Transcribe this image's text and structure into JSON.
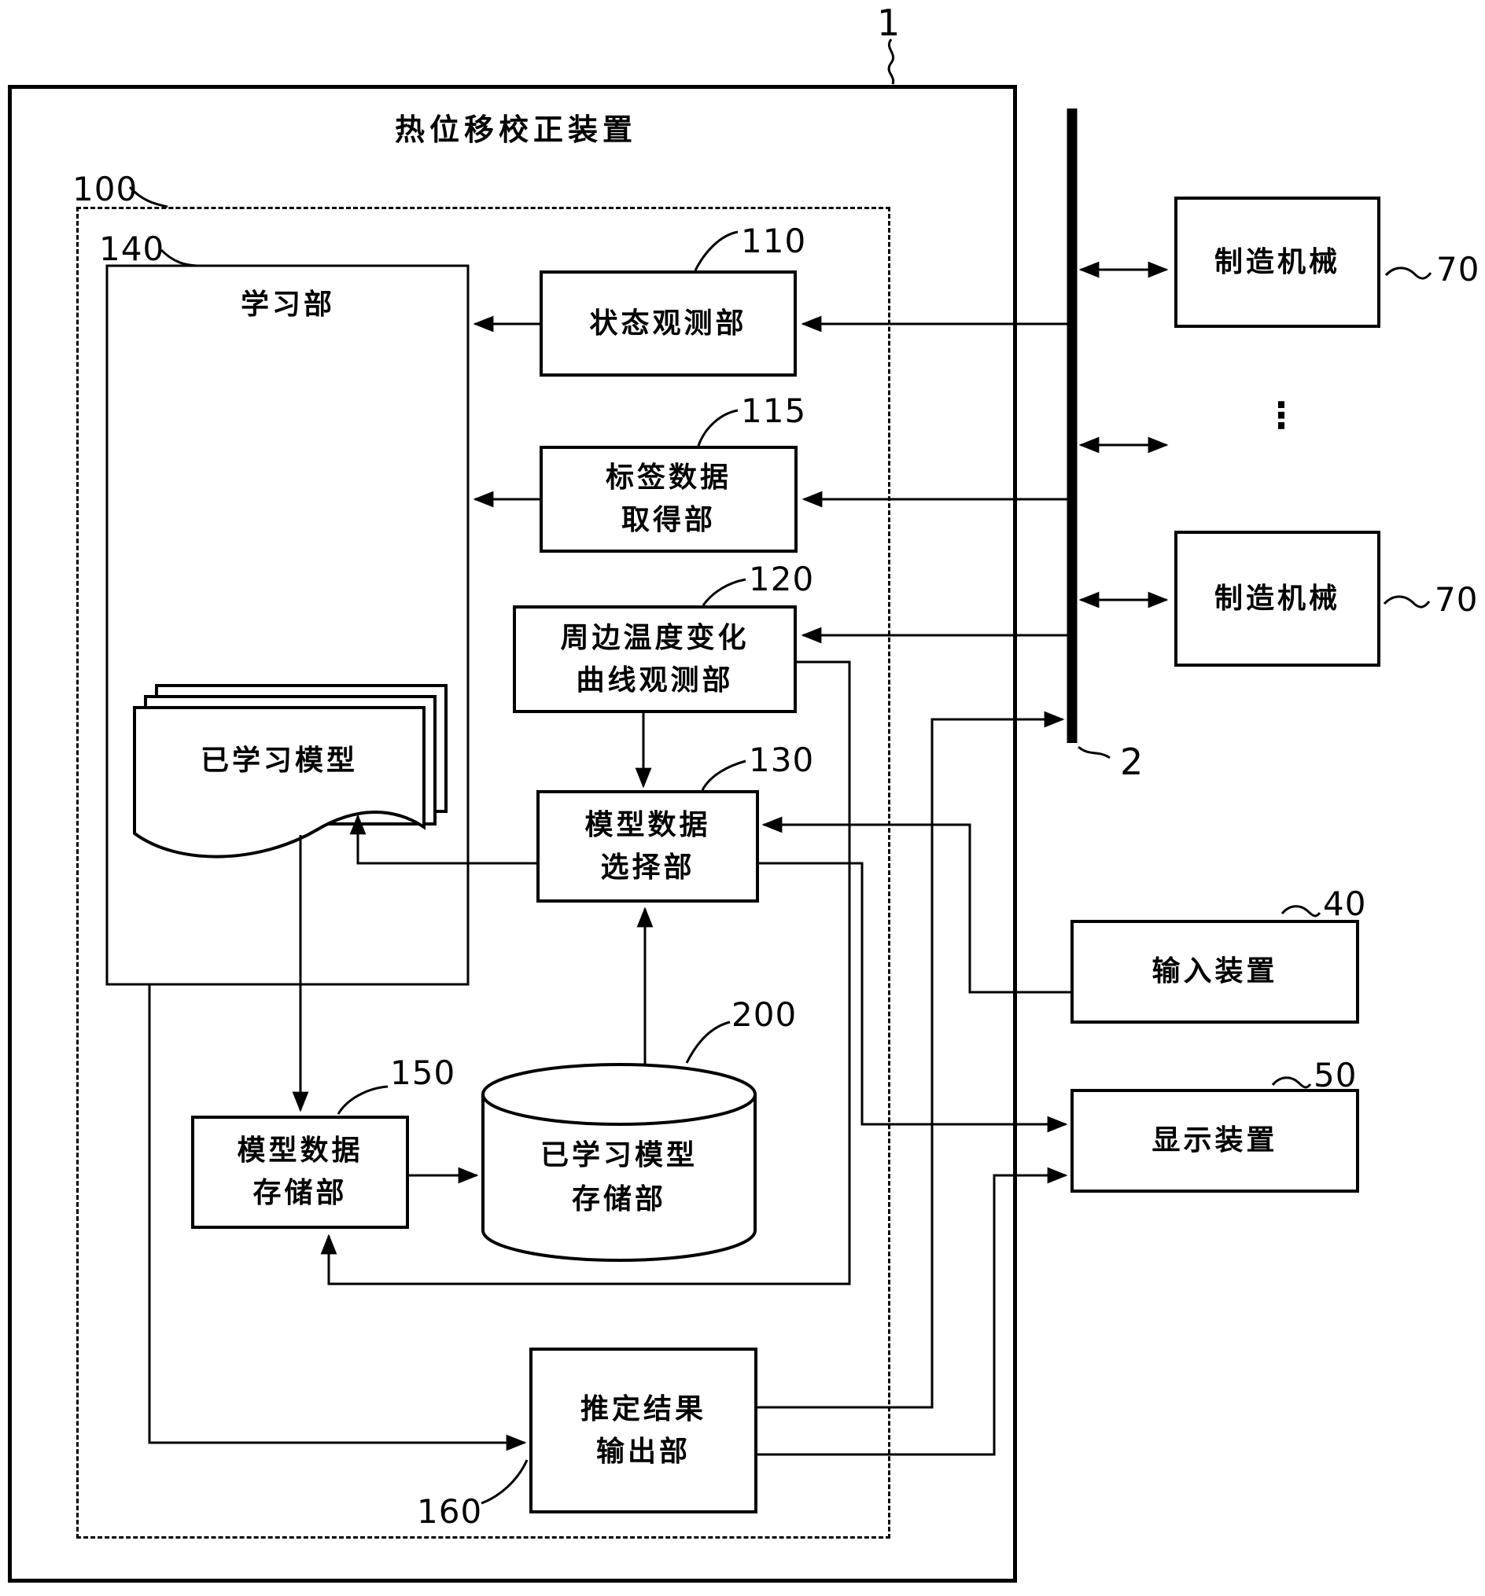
{
  "title": "热位移校正装置",
  "refs": {
    "device": "1",
    "network": "2",
    "module": "100",
    "learning": "140",
    "state_obs": "110",
    "label_data": "115",
    "ambient": "120",
    "model_select": "130",
    "model_store": "150",
    "output": "160",
    "learned_store": "200",
    "input_dev": "40",
    "display_dev": "50",
    "machine_a": "70",
    "machine_b": "70"
  },
  "blocks": {
    "learning": {
      "label": "学习部"
    },
    "learned_model": {
      "label": "已学习模型"
    },
    "state_obs": {
      "label": "状态观测部"
    },
    "label_data": {
      "line1": "标签数据",
      "line2": "取得部"
    },
    "ambient": {
      "line1": "周边温度变化",
      "line2": "曲线观测部"
    },
    "model_select": {
      "line1": "模型数据",
      "line2": "选择部"
    },
    "model_store": {
      "line1": "模型数据",
      "line2": "存储部"
    },
    "learned_store": {
      "line1": "已学习模型",
      "line2": "存储部"
    },
    "output": {
      "line1": "推定结果",
      "line2": "输出部"
    }
  },
  "devices": {
    "machine_a": "制造机械",
    "machine_b": "制造机械",
    "input": "输入装置",
    "display": "显示装置"
  },
  "misc": {
    "ellipsis": "⋮"
  }
}
